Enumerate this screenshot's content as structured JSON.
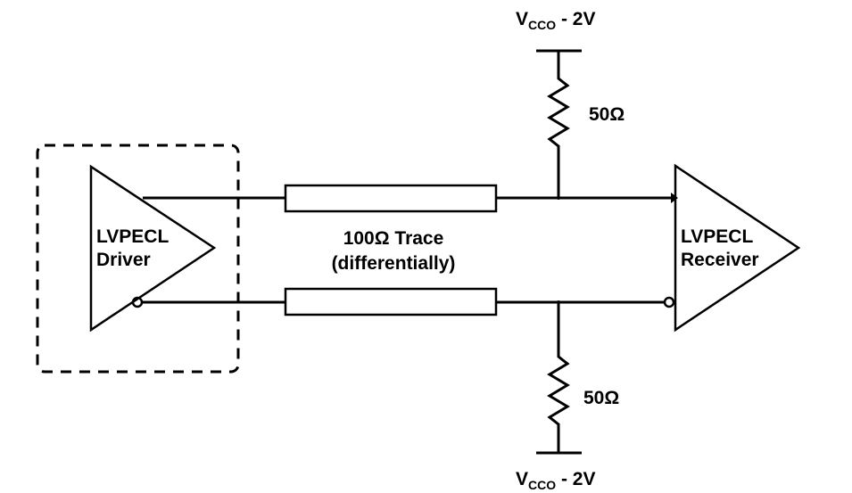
{
  "driver": {
    "line1": "LVPECL",
    "line2": "Driver"
  },
  "receiver": {
    "line1": "LVPECL",
    "line2": "Receiver"
  },
  "trace": {
    "line1": "100Ω Trace",
    "line2": "(differentially)"
  },
  "top_supply": {
    "main": "V",
    "subscript": "CCO",
    "suffix": " - 2V"
  },
  "bottom_supply": {
    "main": "V",
    "subscript": "CCO",
    "suffix": " - 2V"
  },
  "top_resistor": {
    "value": "50Ω"
  },
  "bottom_resistor": {
    "value": "50Ω"
  }
}
